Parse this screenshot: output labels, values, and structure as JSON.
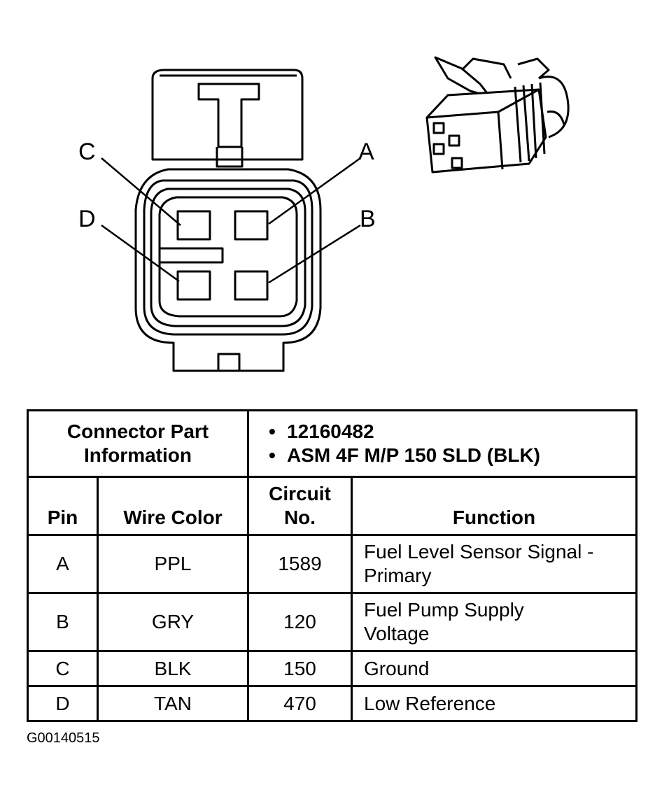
{
  "connector": {
    "pin_labels": [
      "A",
      "B",
      "C",
      "D"
    ]
  },
  "table": {
    "part_info_header": "Connector Part Information",
    "part_numbers": [
      "12160482",
      "ASM 4F M/P 150 SLD (BLK)"
    ],
    "columns": {
      "pin": "Pin",
      "wire_color": "Wire Color",
      "circuit_line1": "Circuit",
      "circuit_line2": "No.",
      "function": "Function"
    },
    "rows": [
      {
        "pin": "A",
        "wire_color": "PPL",
        "circuit": "1589",
        "function_line1": "Fuel Level Sensor Signal -",
        "function_line2": "Primary"
      },
      {
        "pin": "B",
        "wire_color": "GRY",
        "circuit": "120",
        "function_line1": "Fuel Pump Supply",
        "function_line2": "Voltage"
      },
      {
        "pin": "C",
        "wire_color": "BLK",
        "circuit": "150",
        "function_line1": "Ground",
        "function_line2": ""
      },
      {
        "pin": "D",
        "wire_color": "TAN",
        "circuit": "470",
        "function_line1": "Low Reference",
        "function_line2": ""
      }
    ]
  },
  "figure_id": "G00140515"
}
